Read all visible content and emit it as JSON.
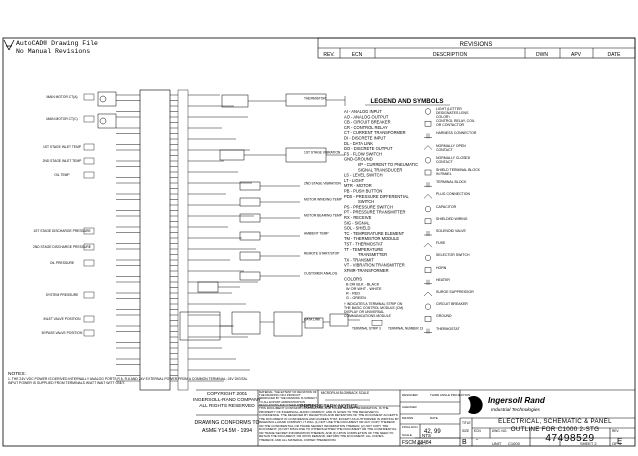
{
  "header": {
    "line1": "AutoCAD® Drawing File",
    "line2": "No Manual Revisions"
  },
  "revisions": {
    "title": "REVISIONS",
    "cols": [
      "REV.",
      "ECN",
      "DESCRIPTION",
      "DWN",
      "APV",
      "DATE"
    ]
  },
  "legend": {
    "title": "LEGEND AND SYMBOLS",
    "left": [
      "AI - ANALOG INPUT",
      "AO - ANALOG OUTPUT",
      "CB - CIRCUIT BREAKER",
      "CR - CONTROL RELAY",
      "CT - CURRENT TRANSFORMER",
      "DI - DISCRETE INPUT",
      "DL - DATA LINK",
      "DO - DISCRETE OUTPUT",
      "FS - FLOW SWITCH",
      "GND-GROUND",
      "I/P - CURRENT TO PNEUMATIC",
      "SIGNAL TRANSDUCER",
      "LS - LEVEL SWITCH",
      "LT - LIGHT",
      "MTR - MOTOR",
      "PB - PUSH BUTTON",
      "PDS - PRESSURE DIFFERENTIAL",
      "SWITCH",
      "PS - PRESSURE SWITCH",
      "PT - PRESSURE TRANSMITTER",
      "RX - RECEIVE",
      "SIG - SIGNAL",
      "SOL - SHIELD",
      "TC - TEMPERATURE ELEMENT",
      "TM - THERMISTOR MODULE",
      "TST - THERMOSTAT",
      "TT - TEMPERATURE",
      "TRANSMITTER",
      "TX - TRANSMIT",
      "VT - VIBRATION TRANSMITTER",
      "XFMR-TRANSFORMER"
    ],
    "colors_title": "COLORS",
    "colors": [
      "B OR BLK - BLACK",
      "W OR WHT - WHITE",
      "R - RED",
      "G - GREEN"
    ],
    "note": "† INDICATES A TERMINAL STRIP ON THE BASIC CONTROL MODULE (CM) DISPLAY OR UNIVERSAL COMMUNICATIONS MODULE",
    "terminal_labels": [
      "TERMINAL STRIP 3",
      "TERMINAL NUMBER 13"
    ],
    "right": [
      "LIGHT (LETTER DESIGNATES LENS COLOR)",
      "CONTROL RELAY, COIL OR CONTACTOR",
      "HARNESS CONNECTOR",
      "NORMALLY OPEN CONTACT",
      "NORMALLY CLOSED CONTACT",
      "SHIELD TERMINAL BLOCK IN PANEL",
      "TERMINAL BLOCK",
      "PLUG CONNECTION",
      "CAPACITOR",
      "SHIELDED WIRING",
      "SOLENOID VALVE",
      "FUSE",
      "SELECTOR SWITCH",
      "HORN",
      "HEATER",
      "SURGE SUPPRESSOR",
      "CIRCUIT BREAKER",
      "GROUND",
      "THERMOSTAT"
    ]
  },
  "notes": {
    "title": "NOTES:",
    "text": "1. THE 24V VDC POWER IS DERIVED INTERNALLY ANALOG PORTS R.5, R.6 AND 24V EXTERNAL POWER FROM A COMMON TERMINAL; 24V DIGITAL INPUT POWER IS SUPPLIED FROM TERMINALS W/ATT WAIT WITT ONLY."
  },
  "titleblock": {
    "copyright": [
      "COPYRIGHT 2001",
      "INGERSOLL-RAND COMPANY",
      "ALL RIGHTS RESERVED"
    ],
    "conforms": [
      "DRAWING CONFORMS TO",
      "ASME Y14.5M - 1994"
    ],
    "materials": "MATERIAL: THE EXTENT OF DEVIATION OF THE DRAWING OR A PRODUCT PRODUCED BY THE DRAWING IS SUBJECT TO ALL EXPORT ADMINISTRATION REGULATIONS AND OTHER APPLICABLE GOVERNMENT RESTRICTIONS OR REQUIREMENTS.",
    "scale_label": "MICROFILM BLOWBACK SCALE",
    "proprietary_title": "PROPRIETARY NOTICE",
    "proprietary": "THIS DOCUMENT CONTAINS CONFIDENTIAL AND TRADE SECRET INFORMATION, IS THE PROPERTY OF INGERSOLL-RAND COMPANY, AND IS GIVEN TO THE RECEIVER IN CONFIDENCE. THE RECEIVER BY RECEPTION AND RETENTION OF THE DOCUMENT ACCEPTS THE DOCUMENT IN CONFIDENCE AND AGREES THAT, EXCEPT AS AUTHORIZED IN WRITING BY INGERSOLL-RAND COMPANY, IT WILL (1) NOT USE THE DOCUMENT OR ANY COPY THEREOF OR THE CONFIDENTIAL OR TRADE SECRET INFORMATION THEREIN; (2) NOT COPY THE DOCUMENT; (3) NOT DISCLOSE TO OTHERS EITHER THE DOCUMENT OR THE CONFIDENTIAL OR TRADE SECRET INFORMATION THEREIN; AND (4) UPON COMPLETION OF THE NEED TO RETAIN THE DOCUMENT, OR UPON DEMAND, RETURN THE DOCUMENT, ALL COPIES THEREOF, AND ALL MATERIAL COPIED THEREFROM.",
    "fields": [
      "DESIGNER",
      "CHECKER",
      "DRAWN",
      "DATE"
    ],
    "third_angle": "THIRD ANGLE PROJECTION",
    "ecn_label": "FINAL ECN",
    "ecn_value": "42, 99",
    "scale_field": "SCALE",
    "scale_value": "NTS",
    "fscm": "FSCM 88484",
    "brand": "Ingersoll Rand",
    "brand_sub": "Industrial Technologies",
    "title_label": "TITLE",
    "title1": "ELECTRICAL, SCHEMATIC & PANEL",
    "title2": "OUTLINE FOR C1000 2-STG",
    "size_label": "SIZE",
    "size": "B",
    "ecn_short": "ECN",
    "dash": "-",
    "dwg_label": "DWG. NO.",
    "dwg": "47498529",
    "rev_label": "REV.",
    "rev": "E",
    "wt": "WT. -",
    "unit": "UNIT",
    "unit_value": "C1000",
    "sheet": "SHEET 2",
    "of": "OF 4"
  },
  "schematic": {
    "left_labels": [
      "MAIN MOTOR CT(A)",
      "MAIN MOTOR CT(C)",
      "1ST STAGE INLET TEMP",
      "2ND STAGE INLET TEMP",
      "OIL TEMP",
      "1ST STAGE DISCHARGE PRESSURE",
      "2ND STAGE DISCHARGE PRESSURE",
      "OIL PRESSURE",
      "SYSTEM PRESSURE",
      "INLET VALVE POSITION",
      "BYPASS VALVE POSITION"
    ],
    "right_labels": [
      "THERMISTOR",
      "1ST STAGE VIBRATION",
      "2ND STAGE VIBRATION",
      "MOTOR WINDING TEMP",
      "MOTOR BEARING TEMP",
      "AMBIENT TEMP",
      "REMOTE START/STOP",
      "CUSTOMER ANALOG",
      "DATA LINK"
    ]
  }
}
